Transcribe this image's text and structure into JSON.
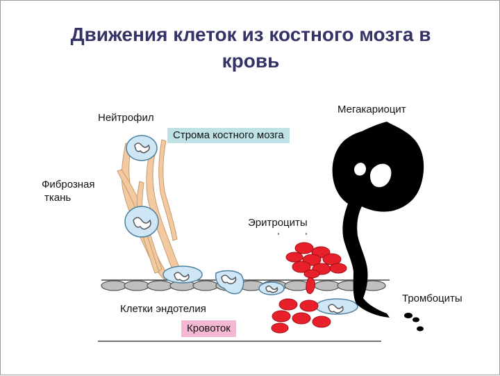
{
  "slide": {
    "title_line1": "Движения клеток из костного мозга в",
    "title_line2": "кровь"
  },
  "labels": {
    "neutrophil": "Нейтрофил",
    "stroma": "Строма костного мозга",
    "megakaryocyte": "Мегакариоцит",
    "fibrous_line1": "Фиброзная",
    "fibrous_line2": "ткань",
    "erythrocytes": "Эритроциты",
    "endothelial": "Клетки эндотелия",
    "bloodflow": "Кровоток",
    "platelets": "Тромбоциты"
  },
  "colors": {
    "title": "#333366",
    "stroma_box": "#bfe2e6",
    "bloodflow_box": "#f5b8d4",
    "erythrocyte": "#e8202a",
    "fibrous": "#f2c9a0",
    "neutrophil": "#cfe6f7",
    "megakaryocyte": "#000000",
    "endothelium": "#bfbfbf"
  }
}
